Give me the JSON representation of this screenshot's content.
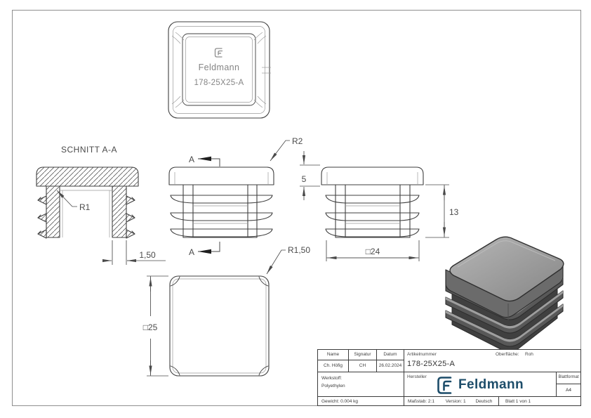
{
  "colors": {
    "line": "#3f3f3f",
    "dimension": "#4a4a4a",
    "top_view_marking_gray": "#858585",
    "brand_blue": "#1d4d6a",
    "render_top_gray": "#a9a9a9",
    "render_side_gray": "#6b6b6b",
    "render_dark_gray": "#404040"
  },
  "views": {
    "top_view": {
      "logo_text": "Feldmann",
      "part_number": "178-25X25-A"
    },
    "section_view": {
      "title": "SCHNITT A-A",
      "inner_radius_label": "R1",
      "wall_thickness": "1,50"
    },
    "front_view": {
      "section_letter_top": "A",
      "section_letter_bottom": "A",
      "corner_radius_label": "R2"
    },
    "side_view": {
      "head_height": "5",
      "insert_depth": "13",
      "insert_width": "□24"
    },
    "bottom_view": {
      "outer_width": "□25",
      "corner_radius_label": "R1,50"
    }
  },
  "title_block": {
    "name_label": "Name",
    "signatur_label": "Signatur",
    "datum_label": "Datum",
    "name_value": "Ch. Höfig",
    "signatur_value": "CH",
    "datum_value": "26.02.2024",
    "artikelnummer_label": "Artikelnummer",
    "artikelnummer_value": "178-25X25-A",
    "oberflaeche_label": "Oberfläche:",
    "oberflaeche_value": "Roh",
    "werkstoff_label": "Werkstoff:",
    "werkstoff_value": "Polyethylen",
    "hersteller_label": "Hersteller",
    "hersteller_wordmark": "Feldmann",
    "gewicht_value": "Gewicht: 0.004 kg",
    "massstab_value": "Maßstab: 2:1",
    "version_value": "Version: 1",
    "sprache_value": "Deutsch",
    "blatt_value": "Blatt 1 von 1",
    "blattformat_label": "Blattformat",
    "blattformat_value": "A4"
  }
}
